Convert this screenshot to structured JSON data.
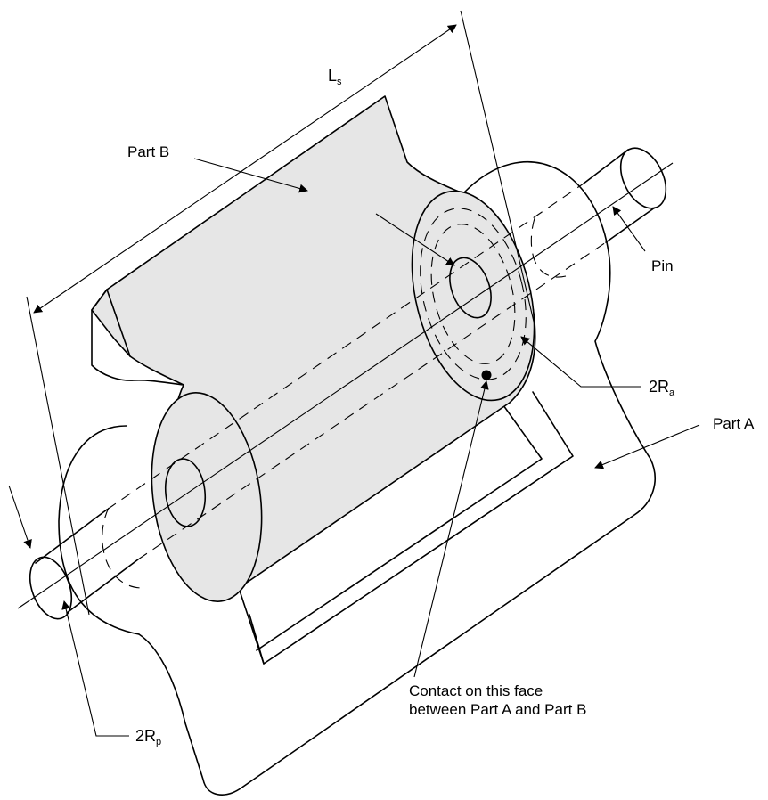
{
  "labels": {
    "part_a": "Part A",
    "part_b": "Part B",
    "pin": "Pin",
    "length": {
      "main": "L",
      "sub": "s"
    },
    "pin_diameter": {
      "main": "2R",
      "sub": "p"
    },
    "hole_diameter": {
      "main": "2R",
      "sub": "a"
    },
    "contact_line1": "Contact on this face",
    "contact_line2": "between Part A and Part B"
  },
  "colors": {
    "line": "#000000",
    "part_b_shading": "#e6e6e6",
    "background": "#ffffff"
  }
}
